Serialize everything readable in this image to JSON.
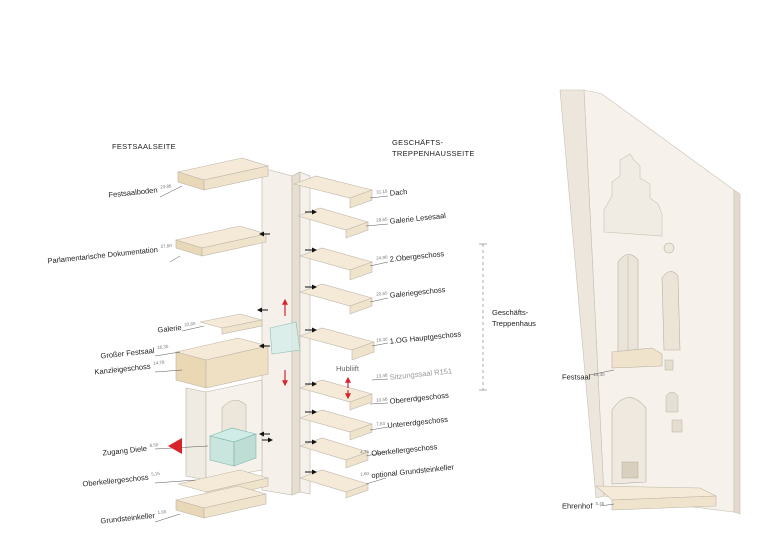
{
  "headers": {
    "festsaalseite": "FESTSAALSEITE",
    "geschaeftsseite": "GESCHÄFTS-\nTREPPENHAUSSEITE"
  },
  "labels_left": [
    {
      "text": "Festsaalboden",
      "level": "23,86"
    },
    {
      "text": "Parlamentarische Dokumentation",
      "level": "27,60"
    },
    {
      "text": "Galerie",
      "level": "22,60"
    },
    {
      "text": "Großer Festsaal",
      "level": "16,30"
    },
    {
      "text": "Kanzleigeschoss",
      "level": "14,78"
    },
    {
      "text": "Zugang Diele",
      "level": "8,50"
    },
    {
      "text": "Oberkellergeschoss",
      "level": "5,15"
    },
    {
      "text": "Grundsteinkeller",
      "level": "1,60"
    }
  ],
  "labels_right": [
    {
      "text": "Dach",
      "level": "31,18"
    },
    {
      "text": "Galerie Lesesaal",
      "level": "28,65"
    },
    {
      "text": "2.Obergeschoss",
      "level": "24,90"
    },
    {
      "text": "Galeriegeschoss",
      "level": "20,65"
    },
    {
      "text": "1.OG Hauptgeschoss",
      "level": "16,30"
    },
    {
      "text": "Sitzungssaal R151",
      "level": "13,48"
    },
    {
      "text": "Obererdgeschoss",
      "level": "10,58"
    },
    {
      "text": "Untererdgeschoss",
      "level": "7,63"
    },
    {
      "text": "Oberkellergeschoss",
      "level": "4,75"
    },
    {
      "text": "optional Grundsteinkeller",
      "level": "1,60"
    }
  ],
  "hublift": "Hubliift",
  "bracket_label": "Geschäfts-\nTreppenhaus",
  "right_labels": [
    {
      "text": "Festsaal",
      "level": "16,30"
    },
    {
      "text": "Ehrenhof",
      "level": "5,45"
    }
  ],
  "colors": {
    "slab": "#efe3cc",
    "slab_top": "#f4ead7",
    "wall": "#f5f1ea",
    "wall_shade": "#e6ded1",
    "accent_red": "#d9232a",
    "glass": "#b8e0d8"
  }
}
